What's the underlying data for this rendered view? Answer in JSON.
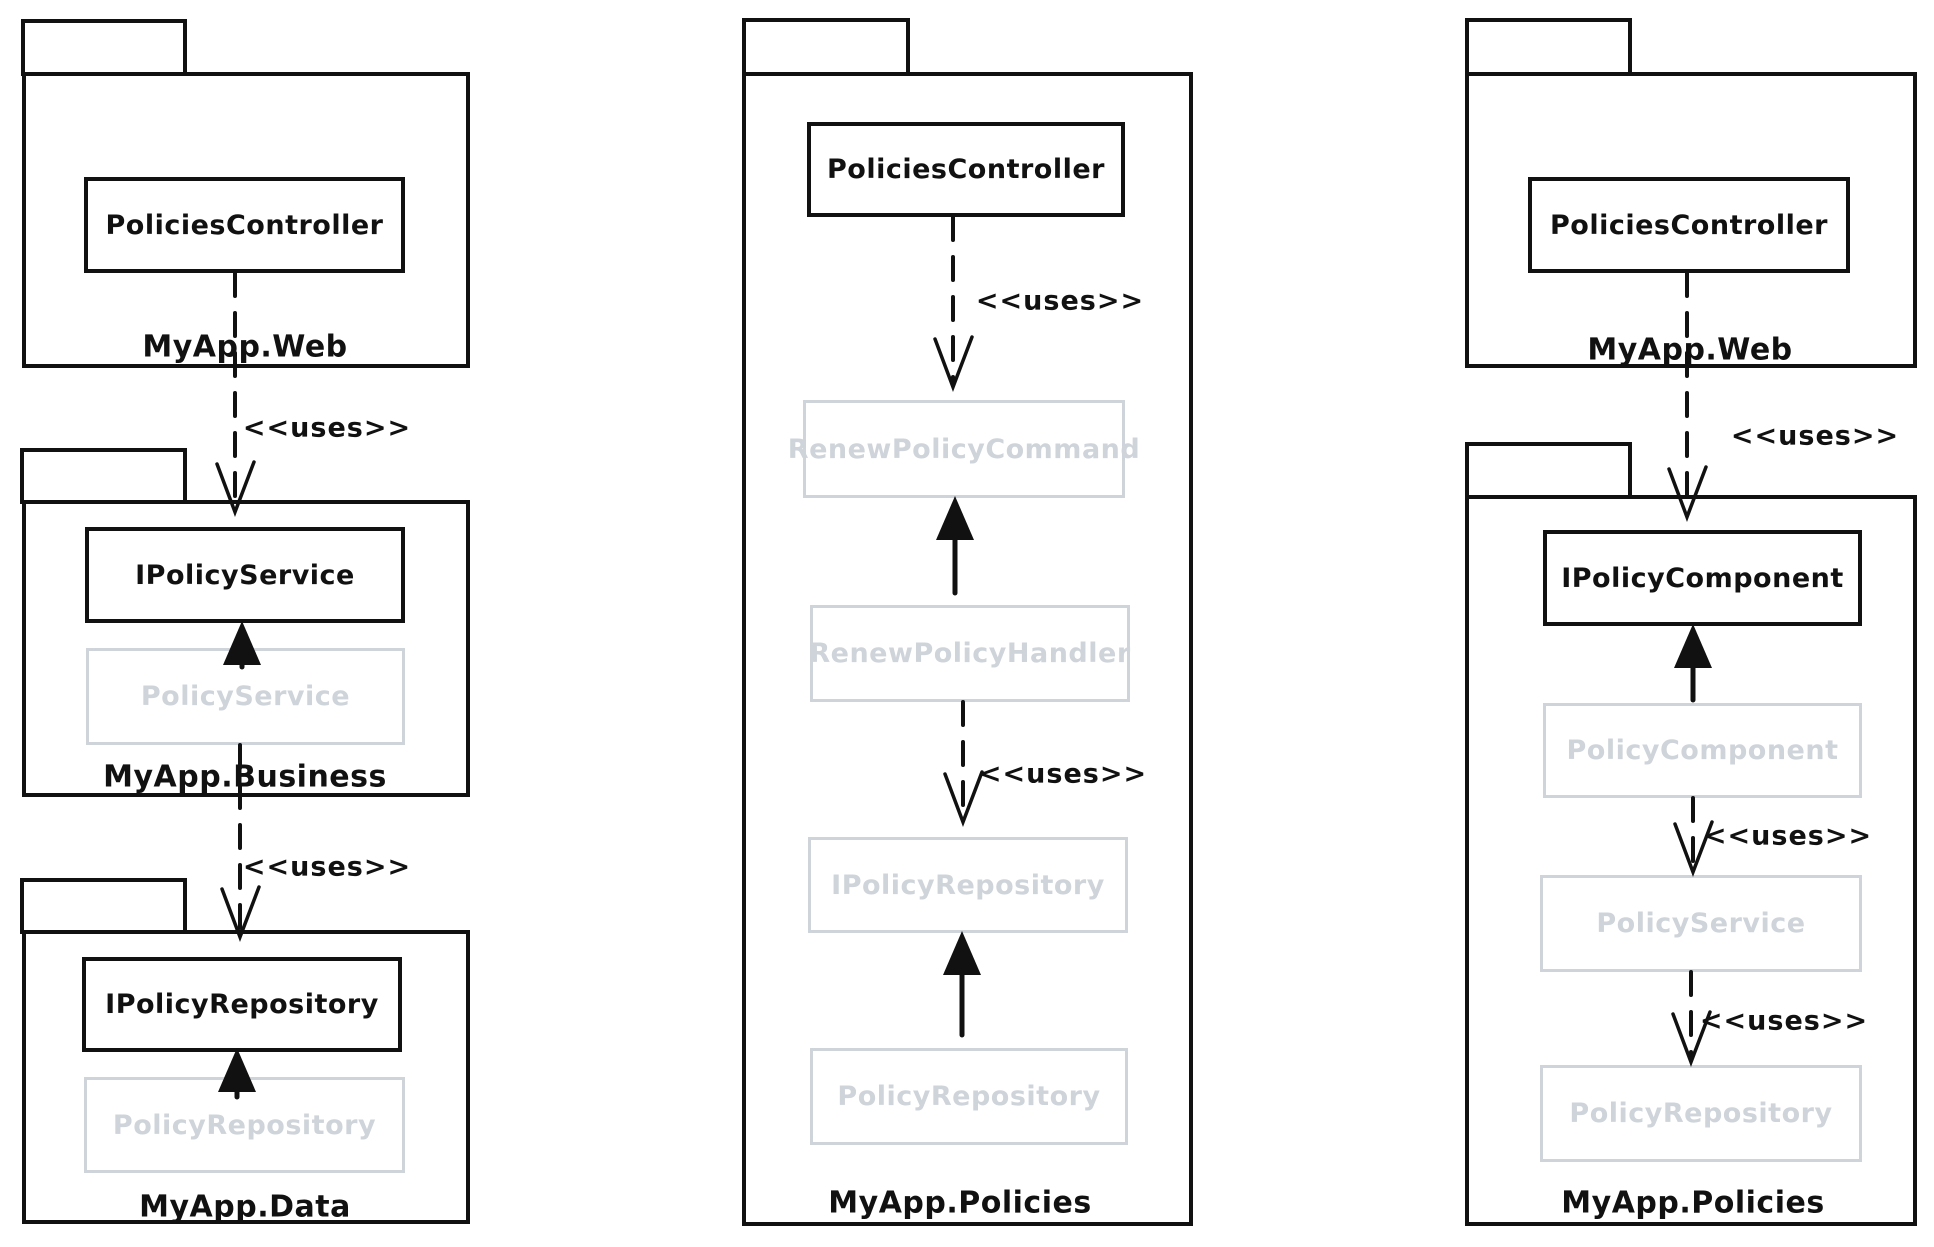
{
  "colors": {
    "ink": "#111111",
    "muted": "#ced4da",
    "background": "#ffffff"
  },
  "labels": {
    "uses": "<<uses>>"
  },
  "columns": [
    {
      "packages": [
        {
          "name": "MyApp.Web",
          "classes": [
            {
              "text": "PoliciesController"
            }
          ]
        },
        {
          "name": "MyApp.Business",
          "classes": [
            {
              "text": "IPolicyService"
            },
            {
              "text": "PolicyService"
            }
          ]
        },
        {
          "name": "MyApp.Data",
          "classes": [
            {
              "text": "IPolicyRepository"
            },
            {
              "text": "PolicyRepository"
            }
          ]
        }
      ]
    },
    {
      "packages": [
        {
          "name": "MyApp.Policies",
          "classes": [
            {
              "text": "PoliciesController"
            },
            {
              "text": "RenewPolicyCommand"
            },
            {
              "text": "RenewPolicyHandler"
            },
            {
              "text": "IPolicyRepository"
            },
            {
              "text": "PolicyRepository"
            }
          ]
        }
      ]
    },
    {
      "packages": [
        {
          "name": "MyApp.Web",
          "classes": [
            {
              "text": "PoliciesController"
            }
          ]
        },
        {
          "name": "MyApp.Policies",
          "classes": [
            {
              "text": "IPolicyComponent"
            },
            {
              "text": "PolicyComponent"
            },
            {
              "text": "PolicyService"
            },
            {
              "text": "PolicyRepository"
            }
          ]
        }
      ]
    }
  ]
}
